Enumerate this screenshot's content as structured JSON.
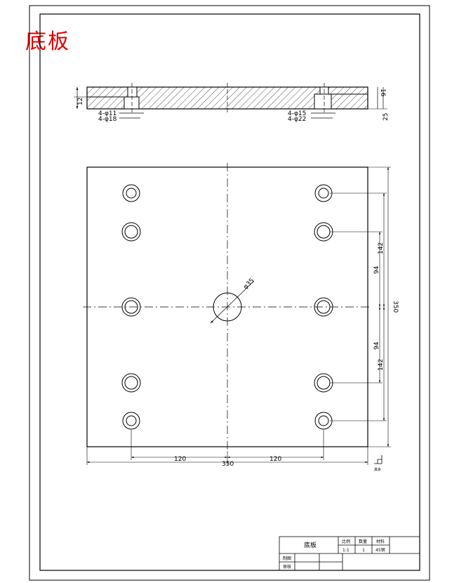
{
  "drawing_title": "底板",
  "colors": {
    "title": "#e00000",
    "lines": "#000000"
  },
  "section_view": {
    "dim_thickness": "25",
    "dim_left_counterbore_depth": "12",
    "dim_right_counterbore_depth": "16",
    "left_hole_small": "4-φ11",
    "left_hole_large": "4-φ18",
    "right_hole_small": "4-φ15",
    "right_hole_large": "4-φ22"
  },
  "plan_view": {
    "center_hole": "φ35",
    "dim_94_upper": "94",
    "dim_94_lower": "94",
    "dim_142_upper": "142",
    "dim_142_lower": "142",
    "dim_height": "350",
    "dim_120_left": "120",
    "dim_120_right": "120",
    "dim_width": "350",
    "roughness_note": "其余"
  },
  "title_block": {
    "name": "底板",
    "scale_label": "比例",
    "quantity_label": "数量",
    "material_label": "材料",
    "scale_value": "1:1",
    "quantity_value": "1",
    "material_value": "45钢",
    "drawn_by_label": "制图",
    "checked_by_label": "审核"
  }
}
